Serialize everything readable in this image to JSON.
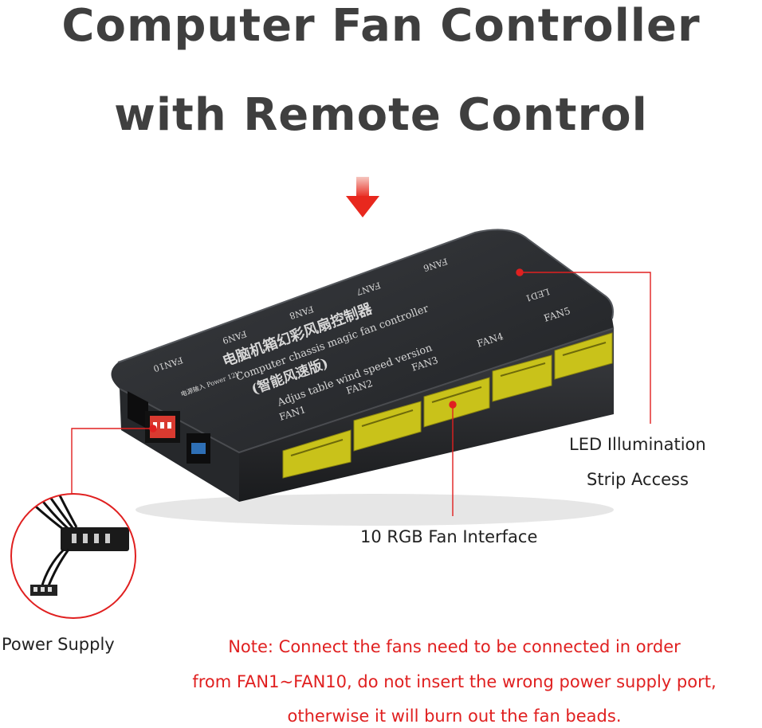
{
  "title": {
    "line1": "Computer Fan Controller",
    "line2": "with Remote Control"
  },
  "device": {
    "chinese_title": "电脑机箱幻彩风扇控制器",
    "english_title": "Computer chassis magic fan controller",
    "chinese_subtitle": "(智能风速版)",
    "english_subtitle": "Adjus table wind speed version",
    "power_marking": "电源输入 Power 12V",
    "ports_front": [
      "FAN1",
      "FAN2",
      "FAN3",
      "FAN4",
      "FAN5"
    ],
    "ports_back": [
      "FAN10",
      "FAN9",
      "FAN8",
      "FAN7",
      "FAN6"
    ],
    "led_port": "LED1"
  },
  "callouts": {
    "led": [
      "LED Illumination",
      "Strip Access"
    ],
    "fan": "10 RGB Fan Interface",
    "power": "Power Supply"
  },
  "note": {
    "line1": "Note: Connect the fans need to be connected in order",
    "line2": "from FAN1~FAN10, do not insert the wrong power supply port,",
    "line3": "otherwise it will burn out the fan beads."
  },
  "colors": {
    "accent": "#e02020",
    "title": "#3f3f3f",
    "device_body": "#2b2d30",
    "connector": "#c9c21a"
  }
}
